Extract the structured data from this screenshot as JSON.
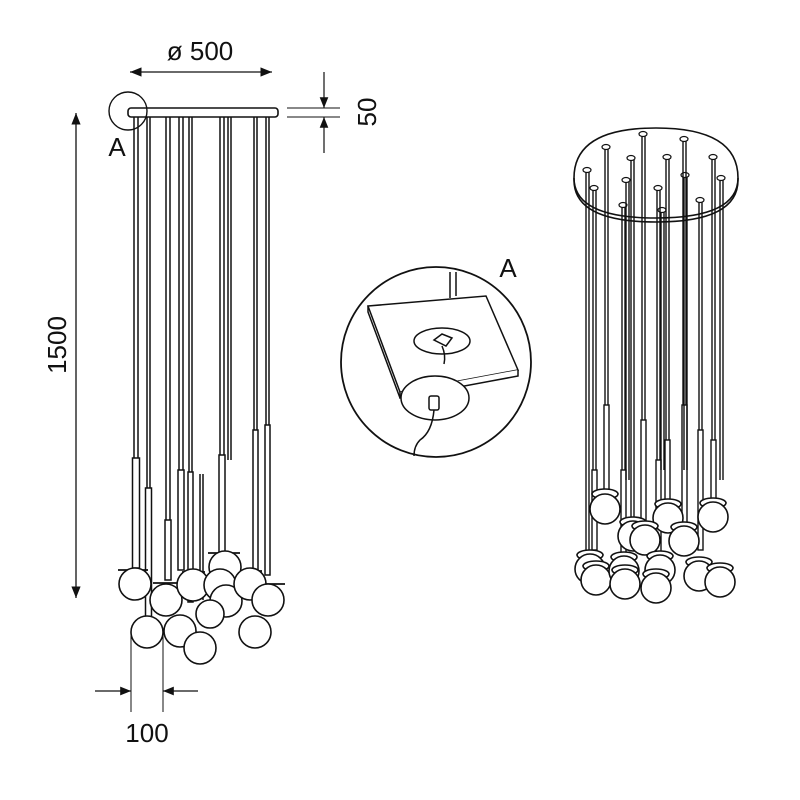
{
  "dimensions": {
    "diameter_label": "ø 500",
    "canopy_height_label": "50",
    "total_height_label": "1500",
    "ball_size_label": "100"
  },
  "detail": {
    "callout_letter": "A",
    "detail_letter": "A"
  },
  "colors": {
    "line": "#111111",
    "background": "#ffffff"
  }
}
